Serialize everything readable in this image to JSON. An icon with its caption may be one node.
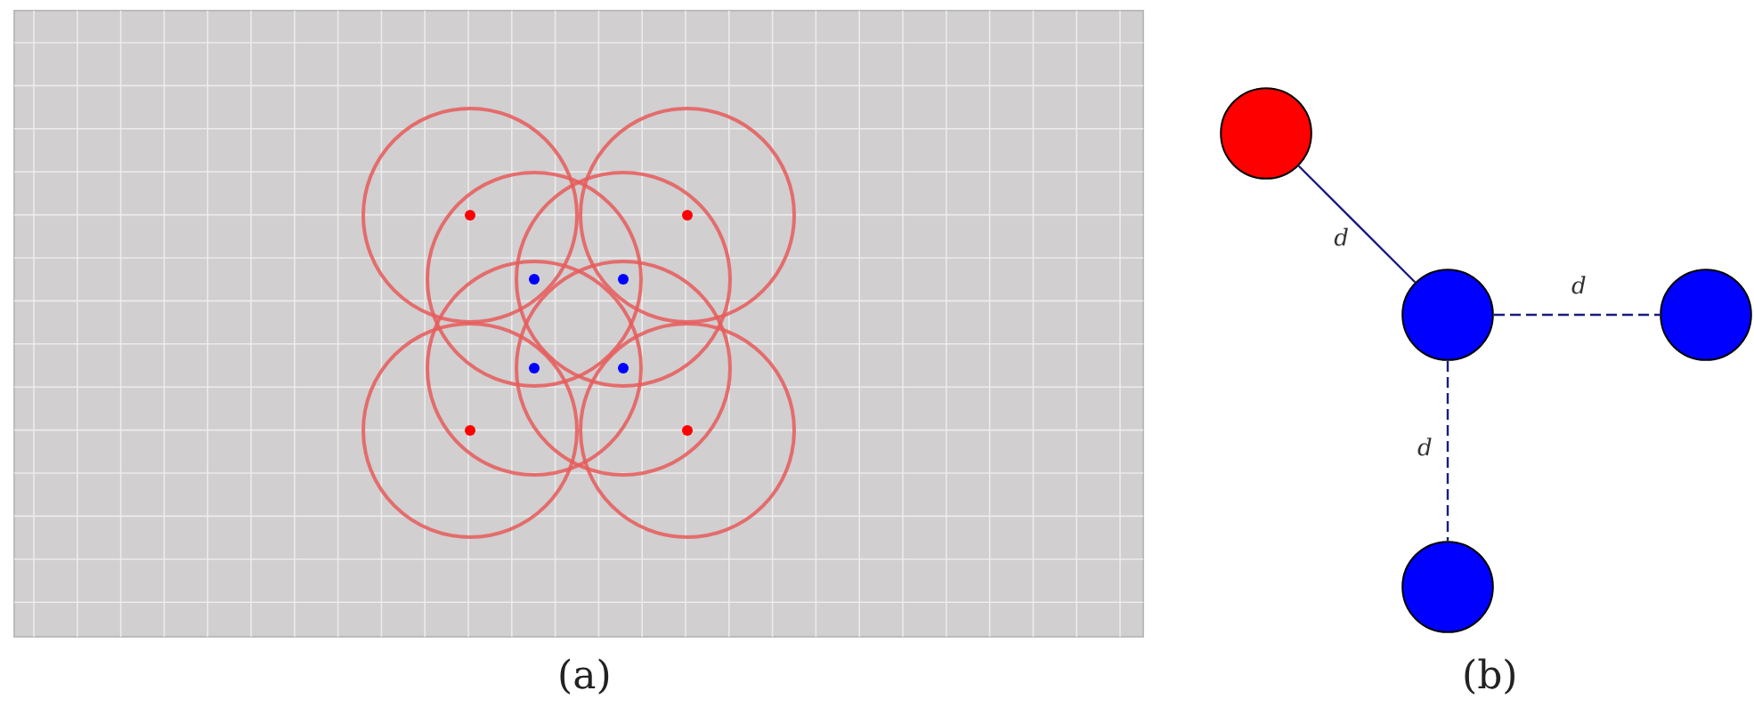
{
  "diagram": {
    "nodes": [
      {
        "text": [],
        "shape": "circle"
      },
      {
        "text": [],
        "shape": "circle"
      },
      {
        "text": [],
        "shape": "circle"
      },
      {
        "text": [],
        "shape": "circle"
      }
    ],
    "edges": [
      {
        "from": 0,
        "to": 1,
        "arrow": "none",
        "label": "d"
      },
      {
        "from": 1,
        "to": 2,
        "arrow": "none",
        "label": "d",
        "style": "dashed"
      },
      {
        "from": 1,
        "to": 3,
        "arrow": "none",
        "label": "d",
        "style": "dashed"
      }
    ],
    "labels": [
      "(a)",
      "(b)"
    ]
  }
}
